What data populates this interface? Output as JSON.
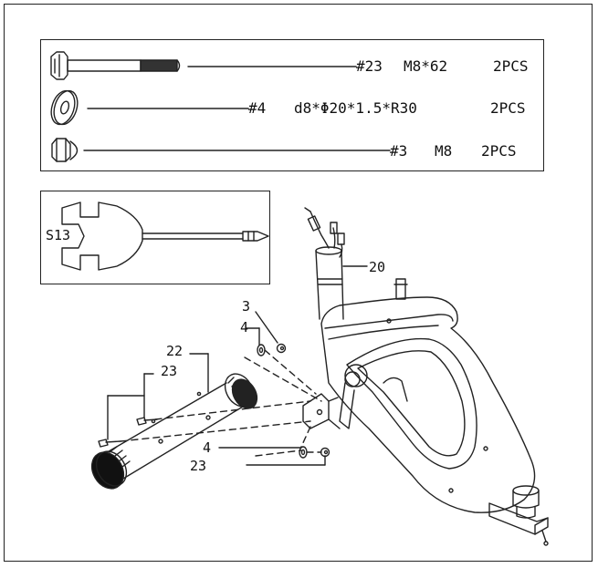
{
  "parts": [
    {
      "code": "#23",
      "spec": "M8*62",
      "qty": "2PCS",
      "icon": "bolt-icon"
    },
    {
      "code": "#4",
      "spec": "d8*Φ20*1.5*R30",
      "qty": "2PCS",
      "icon": "curved-washer-icon"
    },
    {
      "code": "#3",
      "spec": "M8",
      "qty": "2PCS",
      "icon": "cap-nut-icon"
    }
  ],
  "tool": {
    "label": "S13",
    "icon": "wrench-screwdriver-icon"
  },
  "callouts": {
    "part20": "20",
    "part3": "3",
    "part4_top": "4",
    "part22": "22",
    "part23_top": "23",
    "part4_bottom": "4",
    "part23_bottom": "23"
  },
  "colors": {
    "line": "#222222",
    "background": "#ffffff"
  }
}
